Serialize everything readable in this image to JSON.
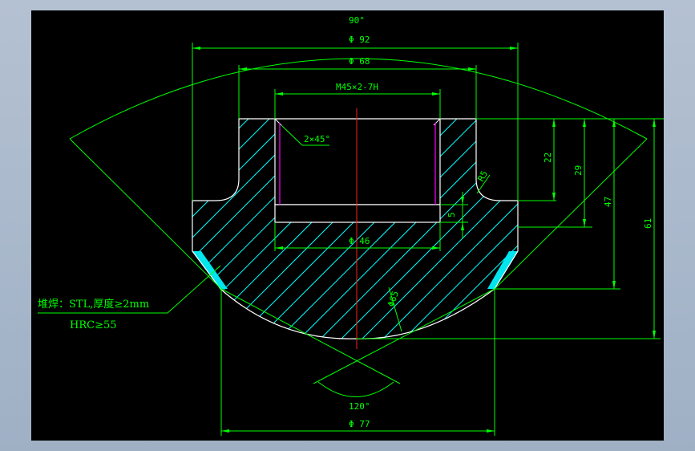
{
  "colors": {
    "background": "#000000",
    "frame": "#a9b7c9",
    "outline": "#ffffff",
    "dimension": "#00ff00",
    "centerline": "#ff2020",
    "thread": "#ff00ff",
    "weld": "#00e5ee",
    "hatch": "#00ffff"
  },
  "dims": {
    "angle_top": "90°",
    "d92": "Φ 92",
    "d68": "Φ 68",
    "thread": "M45×2-7H",
    "chamfer": "2×45°",
    "d46": "Φ 46",
    "h5": "5",
    "r5": "R5",
    "r65": "Φ65",
    "h22": "22",
    "h29": "29",
    "h47": "47",
    "h61": "61",
    "angle_bottom": "120°",
    "d77": "Φ 77"
  },
  "notes": {
    "weld_note": "堆焊：STL,厚度≥2mm",
    "hardness": "HRC≥55"
  }
}
